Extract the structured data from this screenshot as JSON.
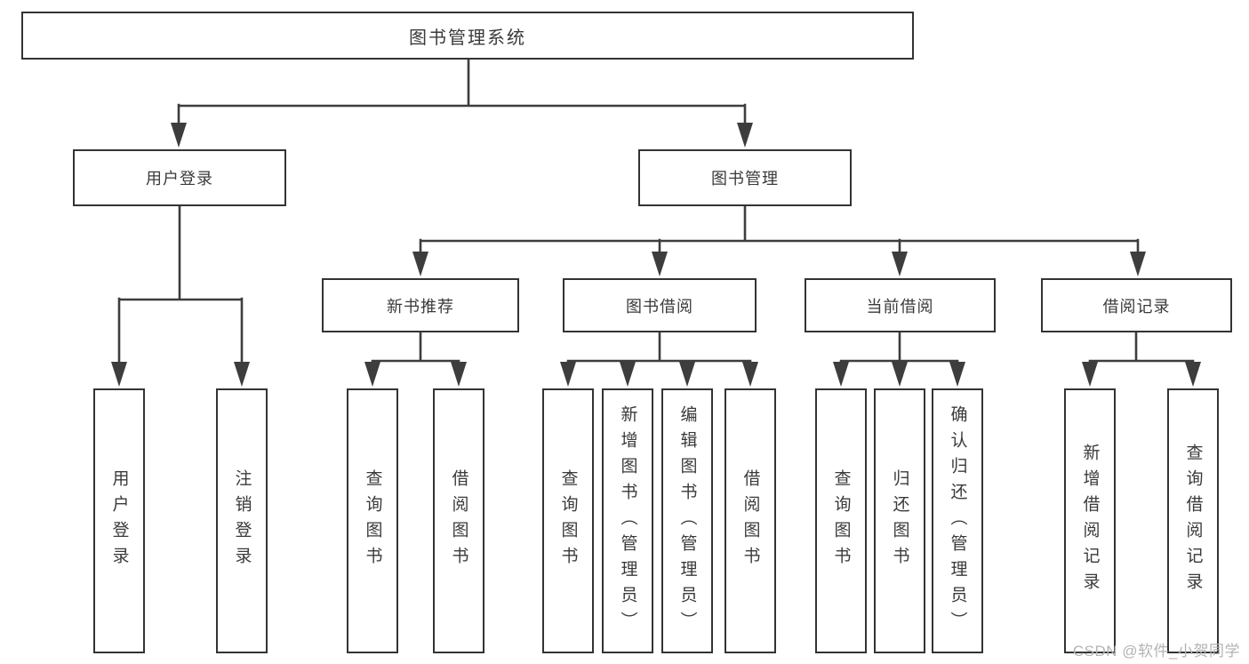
{
  "diagram": {
    "tree": {
      "label": "图书管理系统",
      "children": [
        {
          "label": "用户登录",
          "children": [
            {
              "label": "用户登录"
            },
            {
              "label": "注销登录"
            }
          ]
        },
        {
          "label": "图书管理",
          "children": [
            {
              "label": "新书推荐",
              "children": [
                {
                  "label": "查询图书"
                },
                {
                  "label": "借阅图书"
                }
              ]
            },
            {
              "label": "图书借阅",
              "children": [
                {
                  "label": "查询图书"
                },
                {
                  "label": "新增图书（管理员）"
                },
                {
                  "label": "编辑图书（管理员）"
                },
                {
                  "label": "借阅图书"
                }
              ]
            },
            {
              "label": "当前借阅",
              "children": [
                {
                  "label": "查询图书"
                },
                {
                  "label": "归还图书"
                },
                {
                  "label": "确认归还（管理员）"
                }
              ]
            },
            {
              "label": "借阅记录",
              "children": [
                {
                  "label": "新增借阅记录"
                },
                {
                  "label": "查询借阅记录"
                }
              ]
            }
          ]
        }
      ]
    }
  },
  "watermark": {
    "text": "CSDN @软件_小贺同学"
  },
  "colors": {
    "line": "#3d3d3d",
    "box_border": "#333333",
    "text": "#3a3a3a",
    "watermark": "#b3b3b3",
    "background": "#ffffff"
  }
}
